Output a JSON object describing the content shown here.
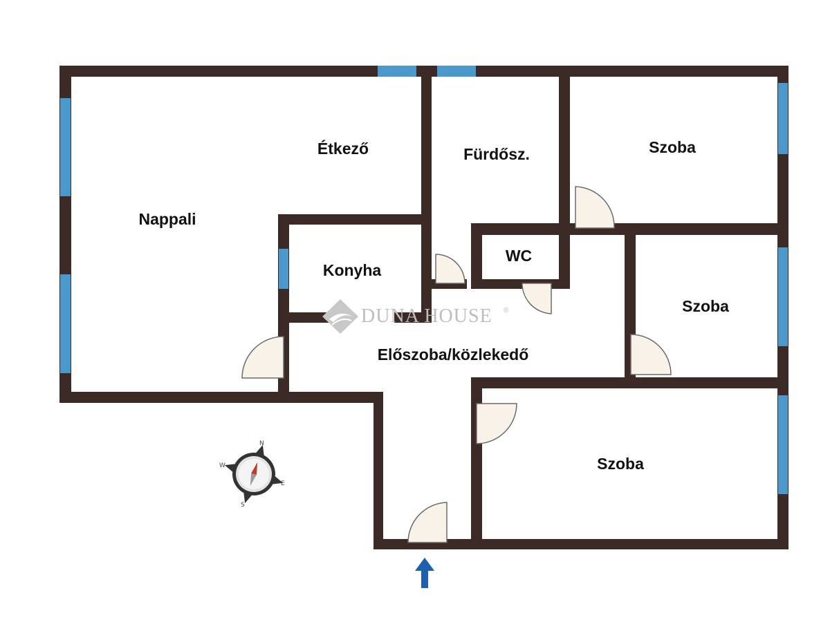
{
  "rooms": {
    "etkezo": "Étkező",
    "nappali": "Nappali",
    "furdo": "Fürdősz.",
    "szoba1": "Szoba",
    "konyha": "Konyha",
    "wc": "WC",
    "szoba2": "Szoba",
    "eloszoba": "Előszoba/közlekedő",
    "szoba3": "Szoba"
  },
  "watermark": {
    "text": "DUNA HOUSE",
    "mark": "®"
  },
  "compass": {
    "n": "N",
    "e": "E",
    "s": "S",
    "w": "W"
  },
  "icons": {
    "entrance": "up-arrow-icon",
    "compass": "compass-icon",
    "watermark": "duna-house-logo-icon"
  },
  "colors": {
    "wall": "#3b2a25",
    "window": "#4a98cc",
    "door_fill": "#f8f2e8",
    "door_line": "#6b6b6b",
    "arrow": "#1f5fb0"
  }
}
